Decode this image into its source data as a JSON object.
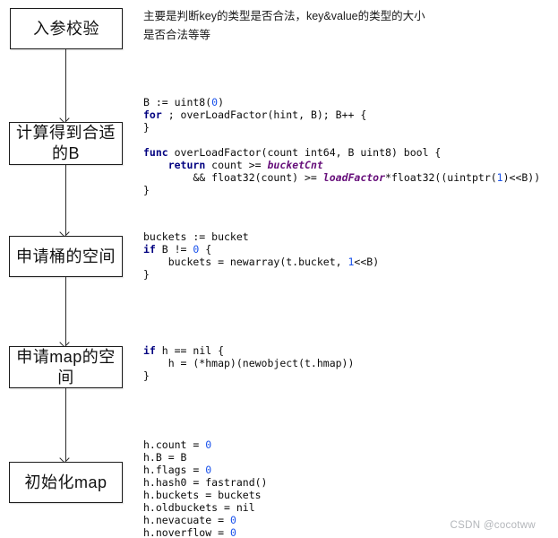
{
  "note": {
    "line1": "主要是判断key的类型是否合法，key&value的类型的大小",
    "line2": "是否合法等等"
  },
  "flowchart": {
    "boxes": [
      {
        "name": "param-check",
        "lines": [
          "入参校验"
        ]
      },
      {
        "name": "calc-b",
        "lines": [
          "计算得到合适",
          "的B"
        ]
      },
      {
        "name": "alloc-bucket",
        "lines": [
          "申请桶的空间"
        ]
      },
      {
        "name": "alloc-map",
        "lines": [
          "申请map的空",
          "间"
        ]
      },
      {
        "name": "init-map",
        "lines": [
          "初始化map"
        ]
      }
    ]
  },
  "code_blocks": [
    {
      "lines": [
        [
          {
            "t": "p",
            "s": "B := uint8("
          },
          {
            "t": "n",
            "s": "0"
          },
          {
            "t": "p",
            "s": ")"
          }
        ],
        [
          {
            "t": "k",
            "s": "for"
          },
          {
            "t": "p",
            "s": " ; overLoadFactor(hint, B); B++ {"
          }
        ],
        [
          {
            "t": "p",
            "s": "}"
          }
        ],
        [],
        [
          {
            "t": "k",
            "s": "func"
          },
          {
            "t": "p",
            "s": " overLoadFactor(count int64, B uint8) bool {"
          }
        ],
        [
          {
            "t": "p",
            "s": "    "
          },
          {
            "t": "k",
            "s": "return"
          },
          {
            "t": "p",
            "s": " count >= "
          },
          {
            "t": "c",
            "s": "bucketCnt"
          }
        ],
        [
          {
            "t": "p",
            "s": "        && float32(count) >= "
          },
          {
            "t": "c",
            "s": "loadFactor"
          },
          {
            "t": "p",
            "s": "*float32((uintptr("
          },
          {
            "t": "n",
            "s": "1"
          },
          {
            "t": "p",
            "s": ")<<B))"
          }
        ],
        [
          {
            "t": "p",
            "s": "}"
          }
        ]
      ]
    },
    {
      "lines": [
        [
          {
            "t": "p",
            "s": "buckets := bucket"
          }
        ],
        [
          {
            "t": "k",
            "s": "if"
          },
          {
            "t": "p",
            "s": " B != "
          },
          {
            "t": "n",
            "s": "0"
          },
          {
            "t": "p",
            "s": " {"
          }
        ],
        [
          {
            "t": "p",
            "s": "    buckets = newarray(t.bucket, "
          },
          {
            "t": "n",
            "s": "1"
          },
          {
            "t": "p",
            "s": "<<B)"
          }
        ],
        [
          {
            "t": "p",
            "s": "}"
          }
        ]
      ]
    },
    {
      "lines": [
        [
          {
            "t": "k",
            "s": "if"
          },
          {
            "t": "p",
            "s": " h == nil {"
          }
        ],
        [
          {
            "t": "p",
            "s": "    h = (*hmap)(newobject(t.hmap))"
          }
        ],
        [
          {
            "t": "p",
            "s": "}"
          }
        ]
      ]
    },
    {
      "lines": [
        [
          {
            "t": "p",
            "s": "h.count = "
          },
          {
            "t": "n",
            "s": "0"
          }
        ],
        [
          {
            "t": "p",
            "s": "h.B = B"
          }
        ],
        [
          {
            "t": "p",
            "s": "h.flags = "
          },
          {
            "t": "n",
            "s": "0"
          }
        ],
        [
          {
            "t": "p",
            "s": "h.hash0 = fastrand()"
          }
        ],
        [
          {
            "t": "p",
            "s": "h.buckets = buckets"
          }
        ],
        [
          {
            "t": "p",
            "s": "h.oldbuckets = nil"
          }
        ],
        [
          {
            "t": "p",
            "s": "h.nevacuate = "
          },
          {
            "t": "n",
            "s": "0"
          }
        ],
        [
          {
            "t": "p",
            "s": "h.noverflow = "
          },
          {
            "t": "n",
            "s": "0"
          }
        ]
      ]
    }
  ],
  "watermark": "CSDN @cocotww",
  "colors": {
    "keyword": "#000080",
    "number": "#1750EB",
    "constant": "#660E7A",
    "box_border": "#1c1c1c",
    "watermark": "#b3b6ba"
  }
}
